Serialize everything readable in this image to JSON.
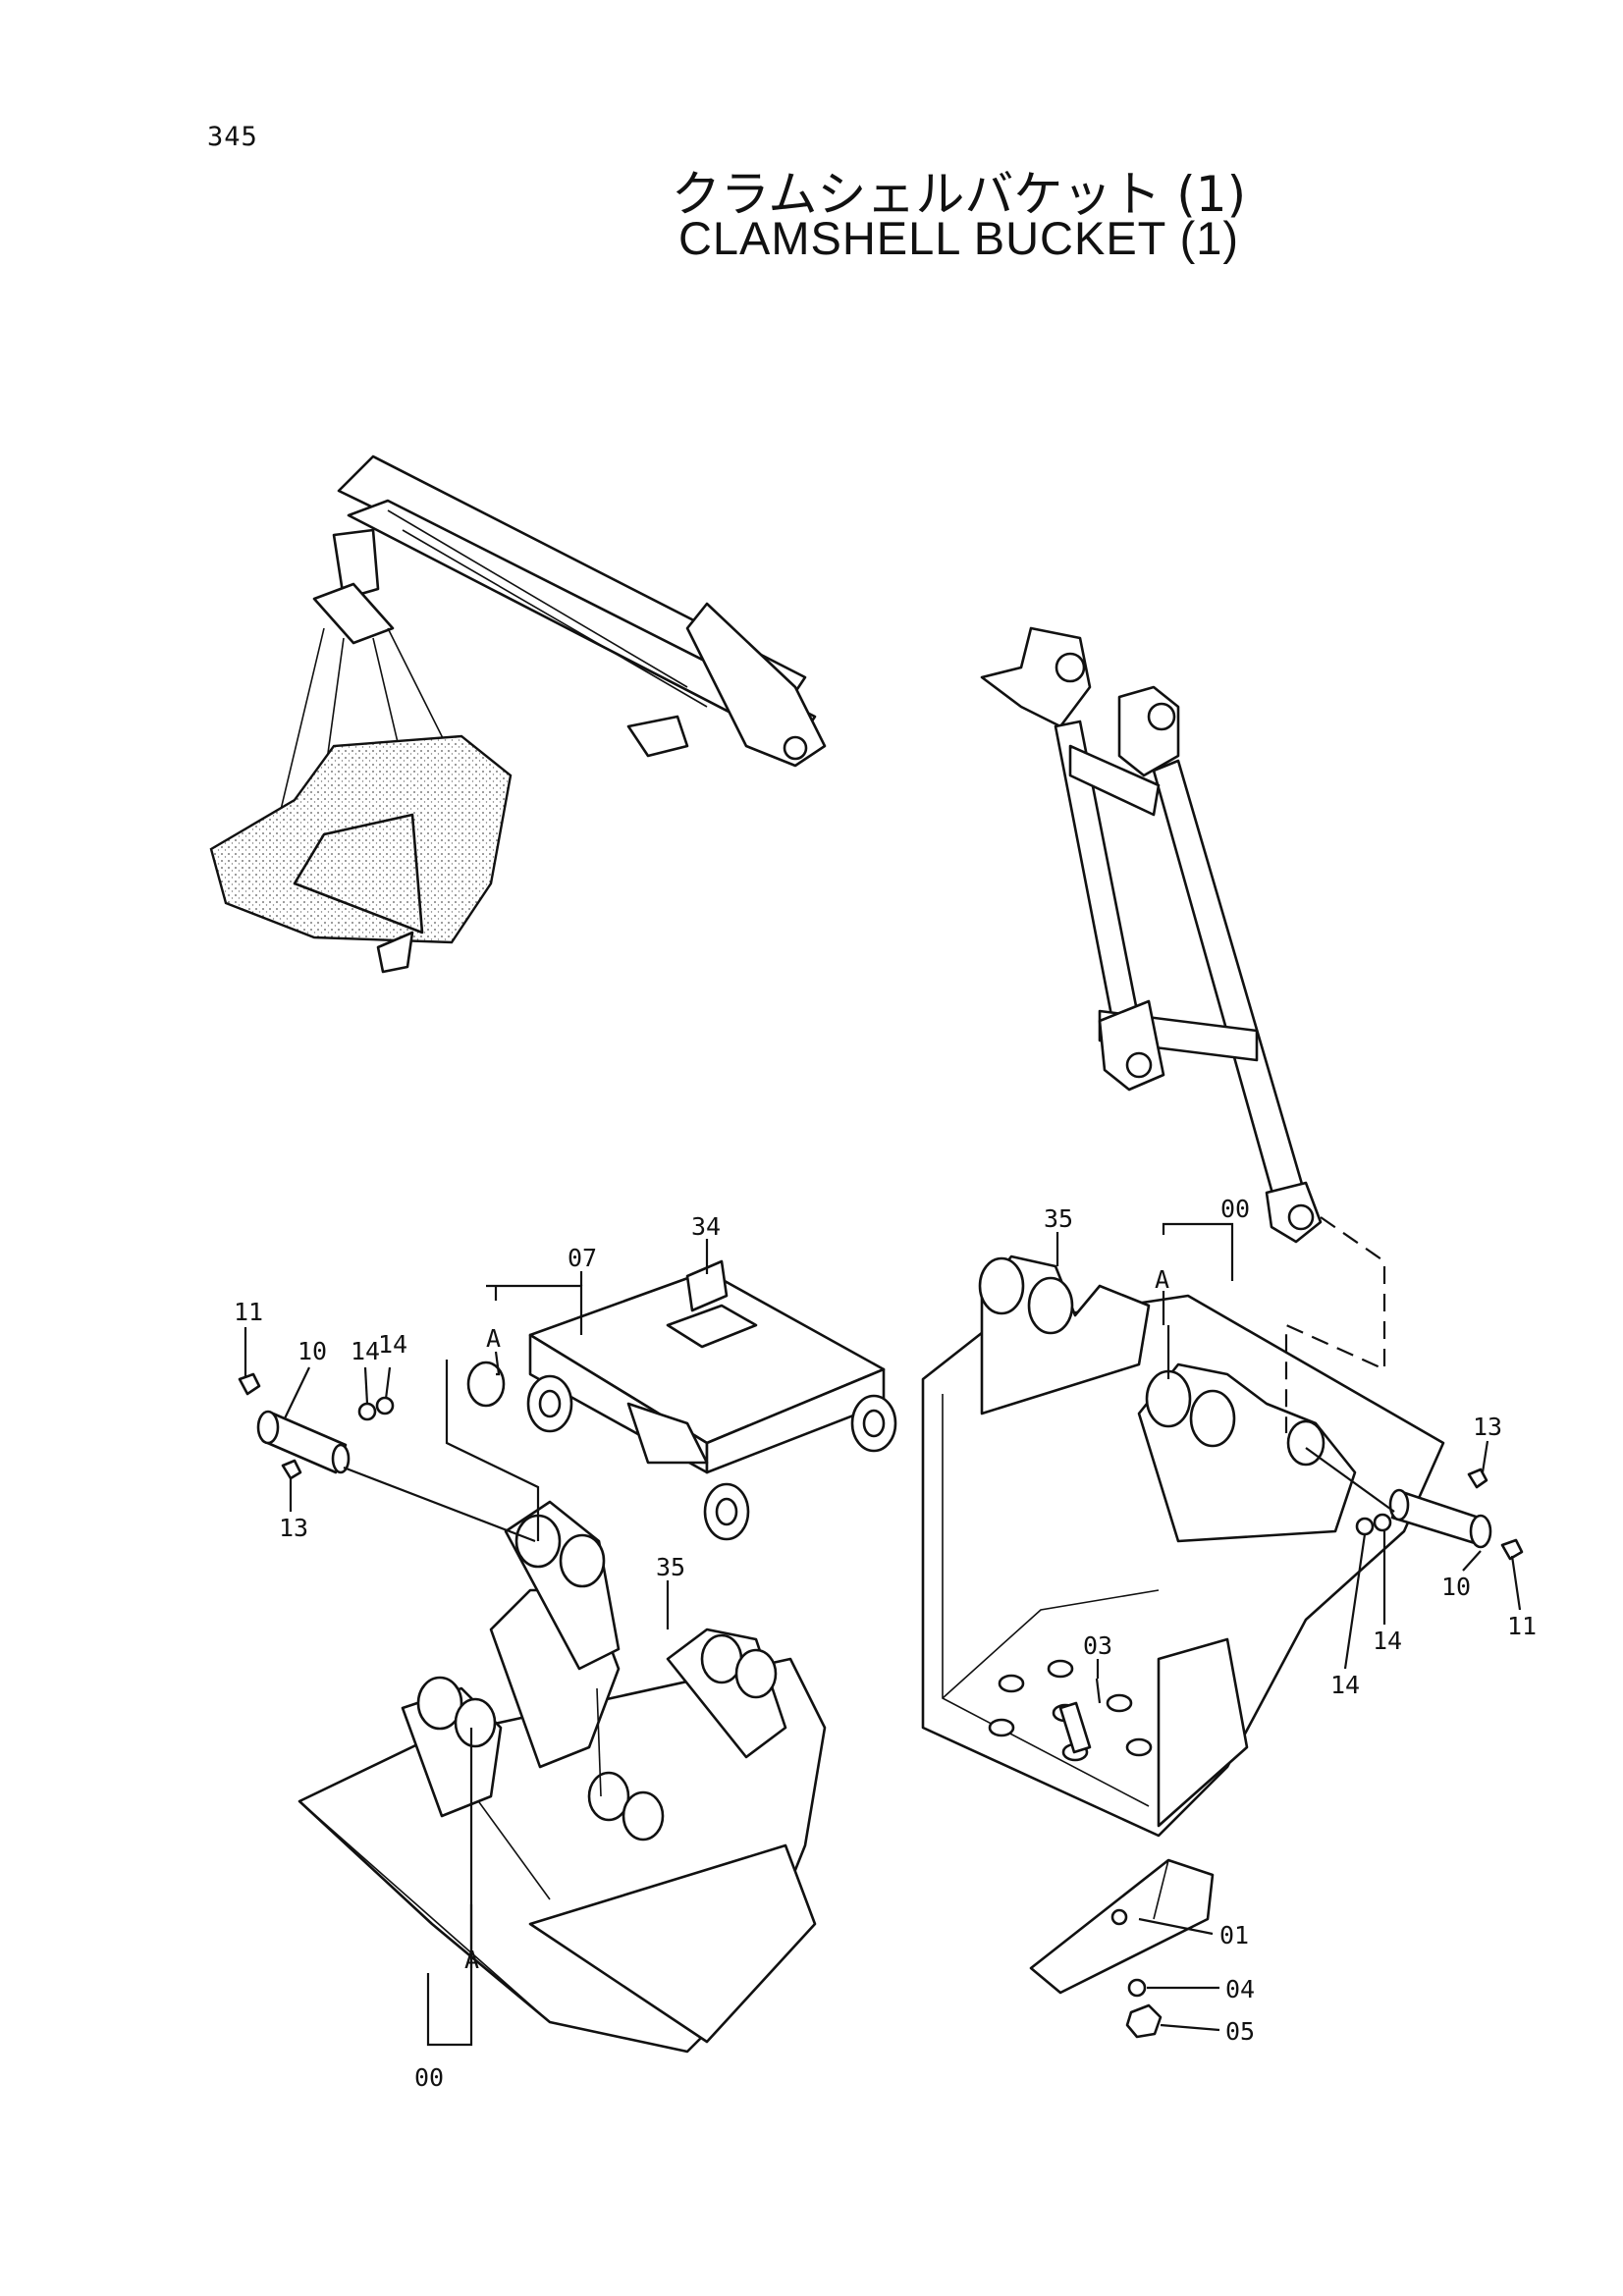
{
  "page_number": "345",
  "title_jp": "クラムシェルバケット (1)",
  "title_en": "CLAMSHELL  BUCKET  (1)",
  "callouts": {
    "c00_left": "00",
    "c00_right": "00",
    "c01": "01",
    "c03": "03",
    "c04": "04",
    "c05": "05",
    "c07": "07",
    "c10_left": "10",
    "c10_right": "10",
    "c11_left": "11",
    "c11_right": "11",
    "c13_left": "13",
    "c13_right": "13",
    "c14_left_a": "14",
    "c14_left_b": "14",
    "c14_right_a": "14",
    "c14_right_b": "14",
    "c34": "34",
    "c35_left": "35",
    "c35_right": "35",
    "a_top_left": "A",
    "a_bottom_left": "A",
    "a_right": "A"
  }
}
